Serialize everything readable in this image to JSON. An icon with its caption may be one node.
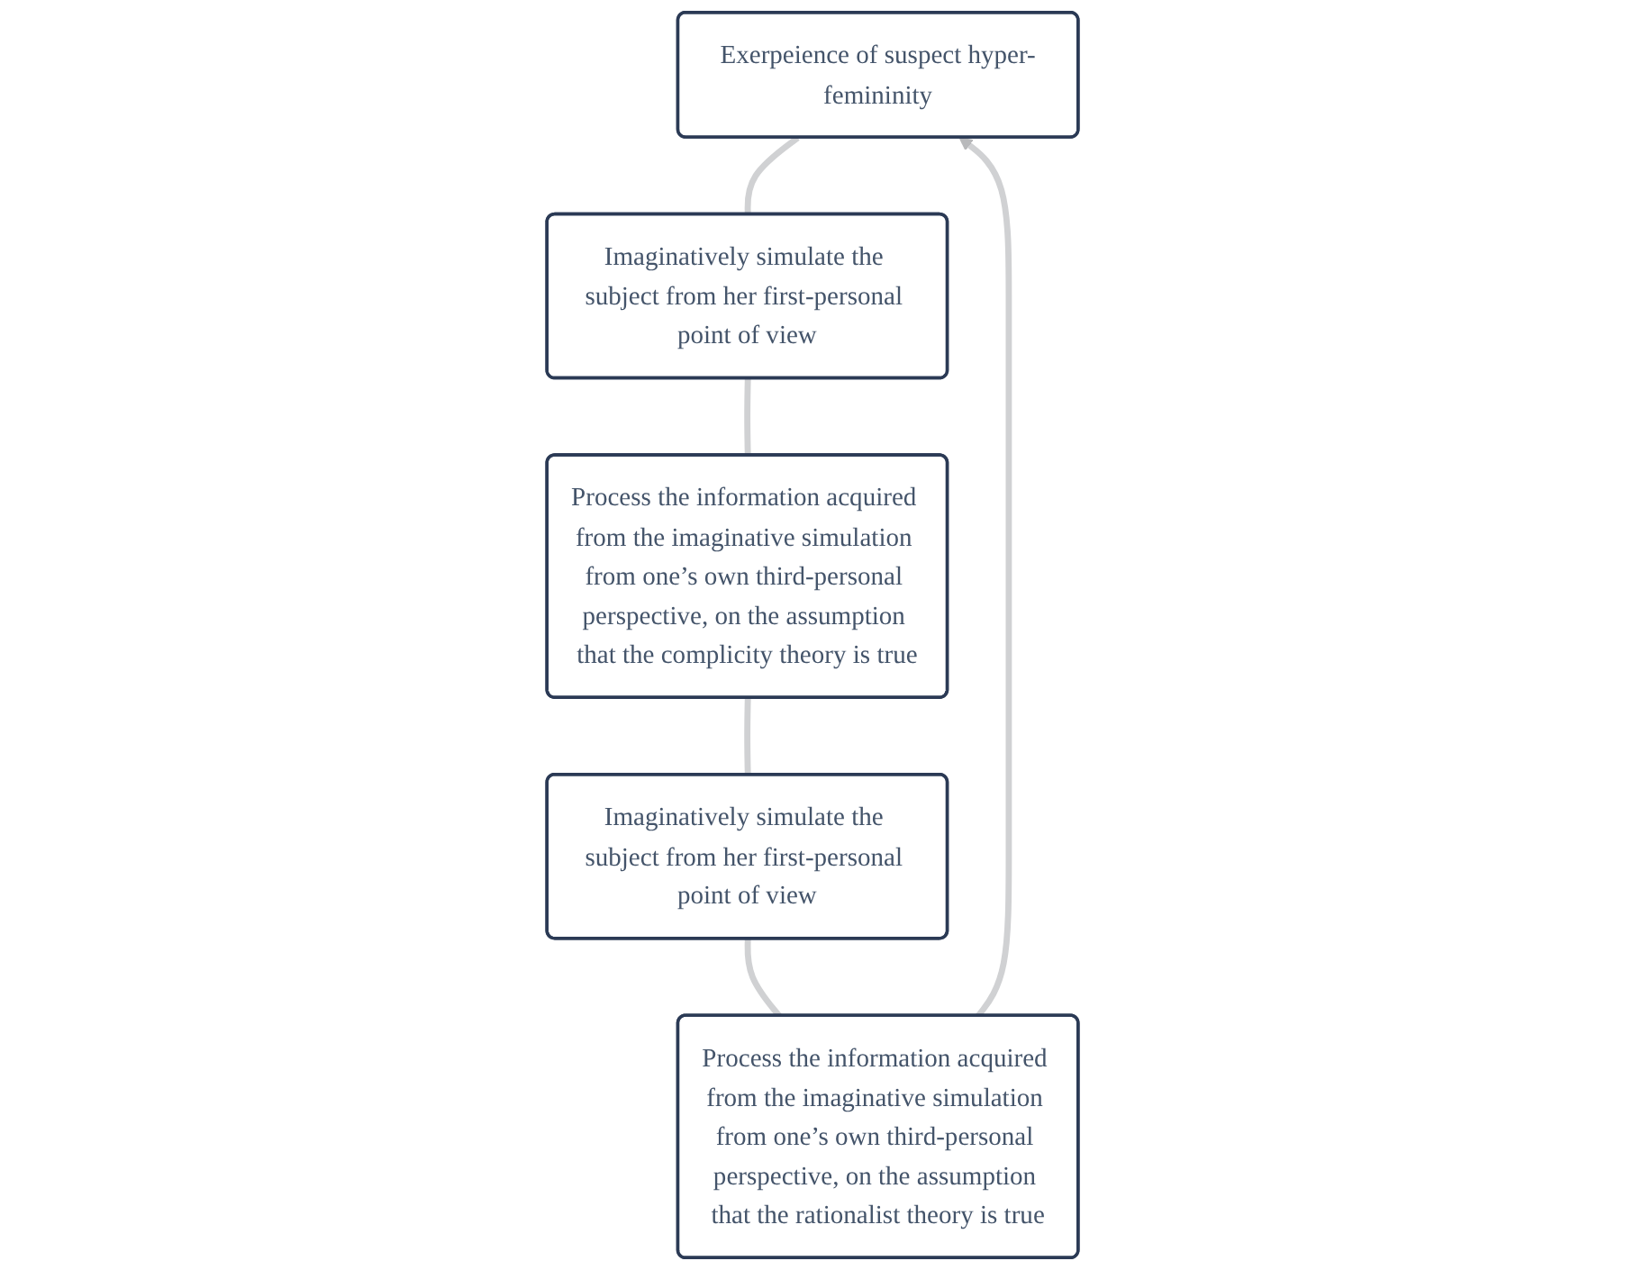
{
  "diagram": {
    "nodes": [
      {
        "text": [
          "Exerpeience of suspect hyper-femininity"
        ]
      },
      {
        "text": [
          "Imaginatively simulate the subject from her first-personal point of view"
        ]
      },
      {
        "text": [
          "Process the information acquired from the imaginative simulation from one’s own third-personal perspective, on the assumption that the complicity theory is true"
        ]
      },
      {
        "text": [
          "Imaginatively simulate the subject from her first-personal point of view"
        ]
      },
      {
        "text": [
          "Process the information acquired from the imaginative simulation from one’s own third-personal perspective, on the assumption that the rationalist theory is true"
        ]
      }
    ],
    "edges": [
      {
        "from": 0,
        "to": 1,
        "arrow": "none"
      },
      {
        "from": 1,
        "to": 2,
        "arrow": "none"
      },
      {
        "from": 2,
        "to": 3,
        "arrow": "none"
      },
      {
        "from": 3,
        "to": 4,
        "arrow": "none"
      },
      {
        "from": 4,
        "to": 0,
        "arrow": "to"
      }
    ]
  }
}
